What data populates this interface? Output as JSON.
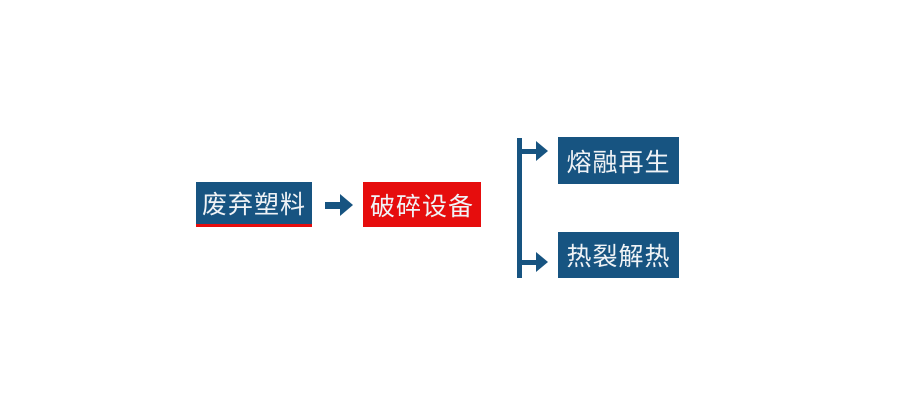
{
  "diagram": {
    "type": "flowchart",
    "background_color": "#ffffff",
    "colors": {
      "node_blue": "#175481",
      "node_red": "#e60d0d",
      "connector_blue": "#175481",
      "source_underline_red": "#e60d0d",
      "text": "#f0f3f6"
    },
    "nodes": {
      "source": {
        "label": "废弃塑料",
        "color": "#175481"
      },
      "process": {
        "label": "破碎设备",
        "color": "#e60d0d"
      },
      "branch_top": {
        "label": "熔融再生",
        "color": "#175481"
      },
      "branch_bottom": {
        "label": "热裂解热",
        "color": "#175481"
      }
    },
    "edges": [
      {
        "from": "source",
        "to": "process",
        "style": "arrow-right"
      },
      {
        "from": "process",
        "to": "branch_top",
        "style": "vertical-line-branch-arrow"
      },
      {
        "from": "process",
        "to": "branch_bottom",
        "style": "vertical-line-branch-arrow"
      }
    ]
  }
}
